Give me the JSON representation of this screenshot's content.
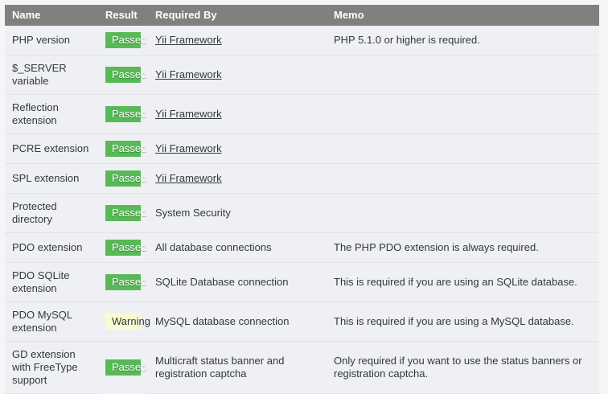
{
  "table": {
    "name": "requirements-check-table",
    "columns": [
      {
        "key": "name",
        "label": "Name"
      },
      {
        "key": "result",
        "label": "Result"
      },
      {
        "key": "required",
        "label": "Required By"
      },
      {
        "key": "memo",
        "label": "Memo"
      }
    ],
    "colors": {
      "header_bg": "#80807e",
      "header_text": "#ffffff",
      "row_bg": "#eff0f3",
      "row_divider": "#e2e3e6",
      "passed_bg": "#58b957",
      "passed_text": "#ffffff",
      "warning_bg": "#fafad2",
      "warning_text": "#33373d",
      "body_text": "#33373d",
      "page_bg": "#f5f5f5"
    },
    "rows": [
      {
        "name": "PHP version",
        "result": "Passed",
        "result_status": "passed",
        "required": "Yii Framework",
        "required_is_link": true,
        "memo": "PHP 5.1.0 or higher is required."
      },
      {
        "name": "$_SERVER variable",
        "result": "Passed",
        "result_status": "passed",
        "required": "Yii Framework",
        "required_is_link": true,
        "memo": ""
      },
      {
        "name": "Reflection extension",
        "result": "Passed",
        "result_status": "passed",
        "required": "Yii Framework",
        "required_is_link": true,
        "memo": ""
      },
      {
        "name": "PCRE extension",
        "result": "Passed",
        "result_status": "passed",
        "required": "Yii Framework",
        "required_is_link": true,
        "memo": ""
      },
      {
        "name": "SPL extension",
        "result": "Passed",
        "result_status": "passed",
        "required": "Yii Framework",
        "required_is_link": true,
        "memo": ""
      },
      {
        "name": "Protected directory",
        "result": "Passed",
        "result_status": "passed",
        "required": "System Security",
        "required_is_link": false,
        "memo": ""
      },
      {
        "name": "PDO extension",
        "result": "Passed",
        "result_status": "passed",
        "required": "All database connections",
        "required_is_link": false,
        "memo": "The PHP PDO extension is always required."
      },
      {
        "name": "PDO SQLite extension",
        "result": "Passed",
        "result_status": "passed",
        "required": "SQLite Database connection",
        "required_is_link": false,
        "memo": "This is required if you are using an SQLite database."
      },
      {
        "name": "PDO MySQL extension",
        "result": "Warning",
        "result_status": "warning",
        "required": "MySQL database connection",
        "required_is_link": false,
        "memo": "This is required if you are using a MySQL database."
      },
      {
        "name": "GD extension with FreeType support",
        "result": "Passed",
        "result_status": "passed",
        "required": "Multicraft status banner and registration captcha",
        "required_is_link": false,
        "memo": "Only required if you want to use the status banners or registration captcha."
      }
    ]
  }
}
